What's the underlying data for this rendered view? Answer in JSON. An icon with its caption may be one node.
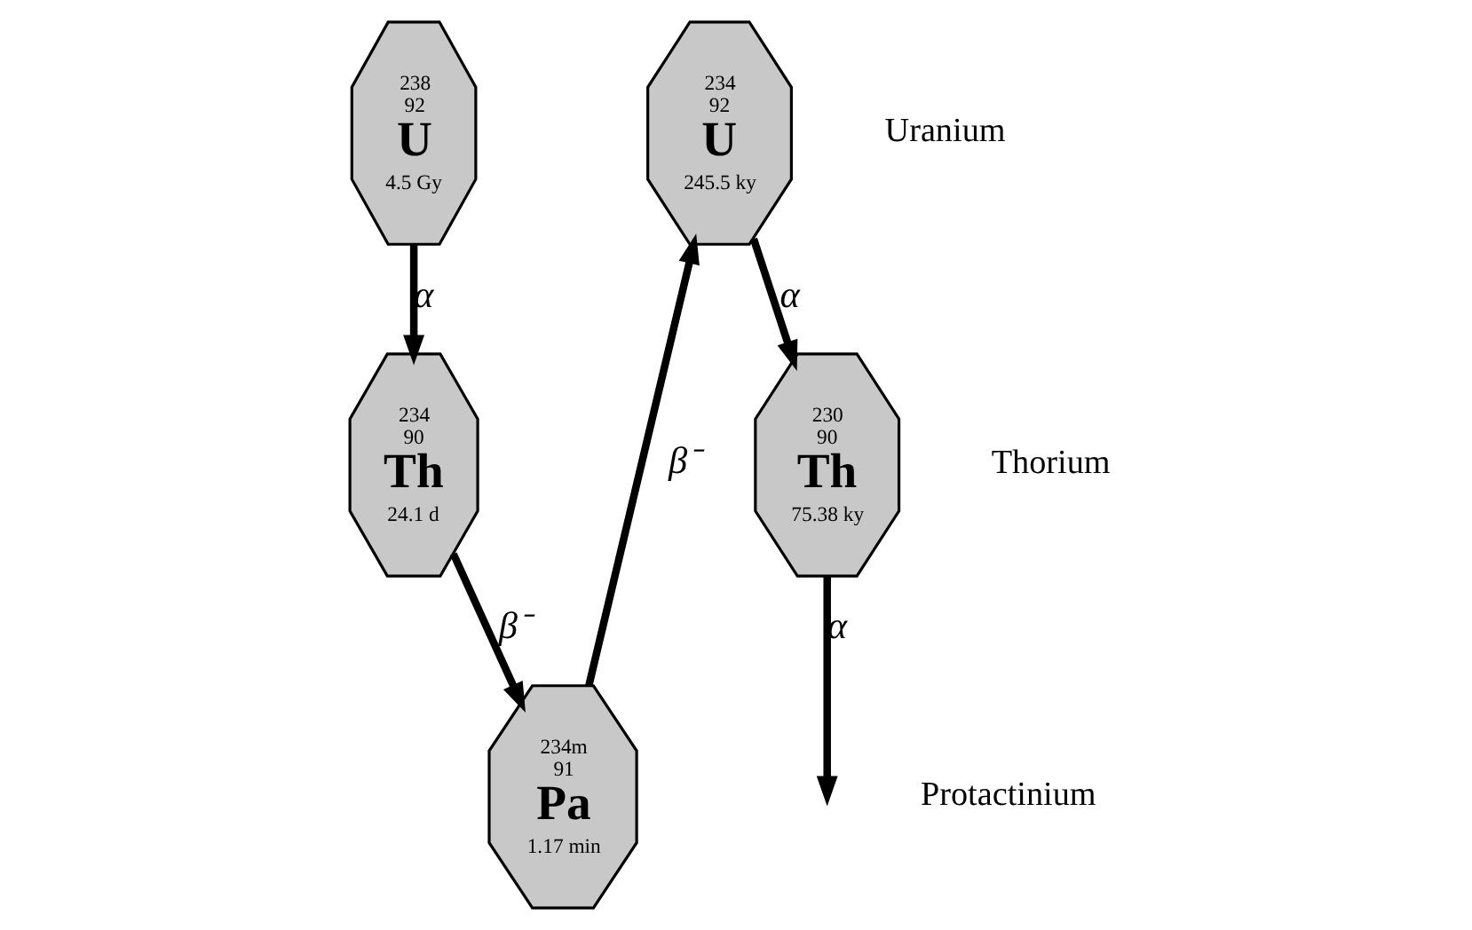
{
  "diagram": {
    "nodes": [
      {
        "text": [
          "238",
          "92",
          "U",
          "4.5 Gy"
        ]
      },
      {
        "text": [
          "234",
          "92",
          "U",
          "245.5 ky"
        ]
      },
      {
        "text": [
          "234m",
          "91",
          "Pa",
          "1.17 min"
        ]
      },
      {
        "text": [
          "234",
          "90",
          "Th",
          "24.1 d"
        ]
      },
      {
        "text": [
          "230",
          "90",
          "Th",
          "75.38 ky"
        ]
      }
    ],
    "edges": [
      {
        "from": 0,
        "to": 3,
        "arrow": "to",
        "label": "α"
      },
      {
        "from": 3,
        "to": 2,
        "arrow": "to",
        "label": "β⁻"
      },
      {
        "from": 2,
        "to": 1,
        "arrow": "to",
        "label": "β⁻"
      },
      {
        "from": 1,
        "to": 4,
        "arrow": "to",
        "label": "α"
      },
      {
        "from": 4,
        "to": null,
        "arrow": "to",
        "label": "α"
      }
    ],
    "labels": [
      "Uranium",
      "Protactinium",
      "Thorium"
    ]
  }
}
